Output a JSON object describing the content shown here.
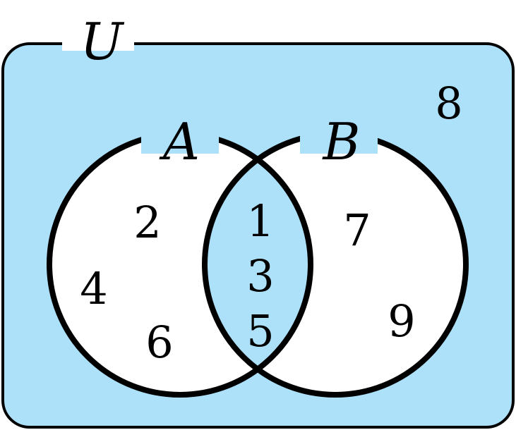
{
  "colors": {
    "shade": "#ade0f9",
    "stroke": "#000000",
    "unshaded": "#ffffff"
  },
  "sets": {
    "universe_label": "U",
    "a_label": "A",
    "b_label": "B"
  },
  "elements": {
    "a_only": [
      "2",
      "4",
      "6"
    ],
    "intersection": [
      "1",
      "3",
      "5"
    ],
    "b_only": [
      "7",
      "9"
    ],
    "outside": [
      "8"
    ]
  }
}
